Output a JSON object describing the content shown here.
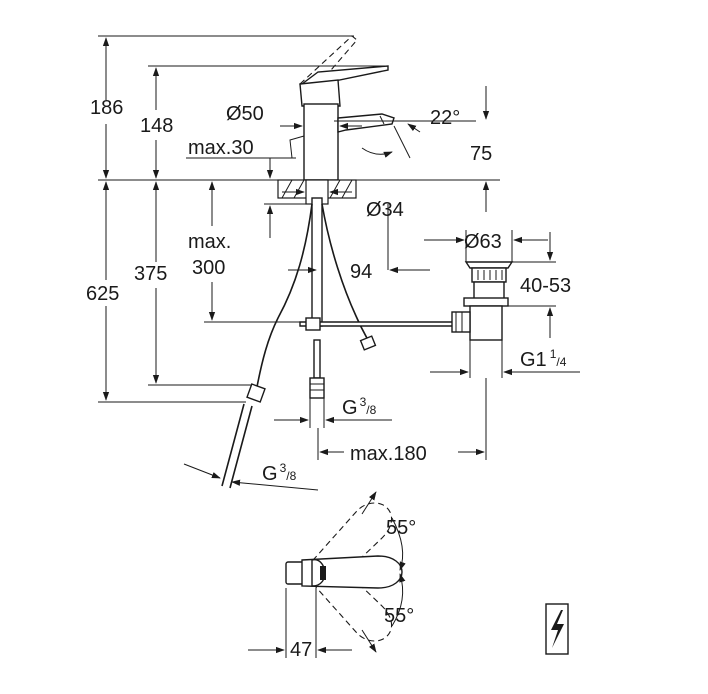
{
  "side_view": {
    "height_total": "186",
    "height_spout": "148",
    "body_diameter": "Ø50",
    "deck_max": "max.30",
    "spout_angle": "22°",
    "spout_projection": "75",
    "hole_diameter": "Ø34",
    "hose_depth_label": "max.",
    "hose_depth_value": "300",
    "drain_offset": "94",
    "drain_diameter": "Ø63",
    "drain_range": "40-53",
    "length_total": "625",
    "length_hose": "375",
    "drain_thread": "G1",
    "drain_thread_sup": "1",
    "drain_thread_sub": "/4",
    "inlet_thread": "G",
    "inlet_thread_sup": "3",
    "inlet_thread_sub": "/8",
    "supply_thread": "G",
    "supply_thread_sup": "3",
    "supply_thread_sub": "/8",
    "max_reach": "max.180"
  },
  "top_view": {
    "angle_upper": "55°",
    "angle_lower": "55°",
    "offset": "47"
  },
  "symbol": {
    "icon": "electric-lightning-icon"
  }
}
